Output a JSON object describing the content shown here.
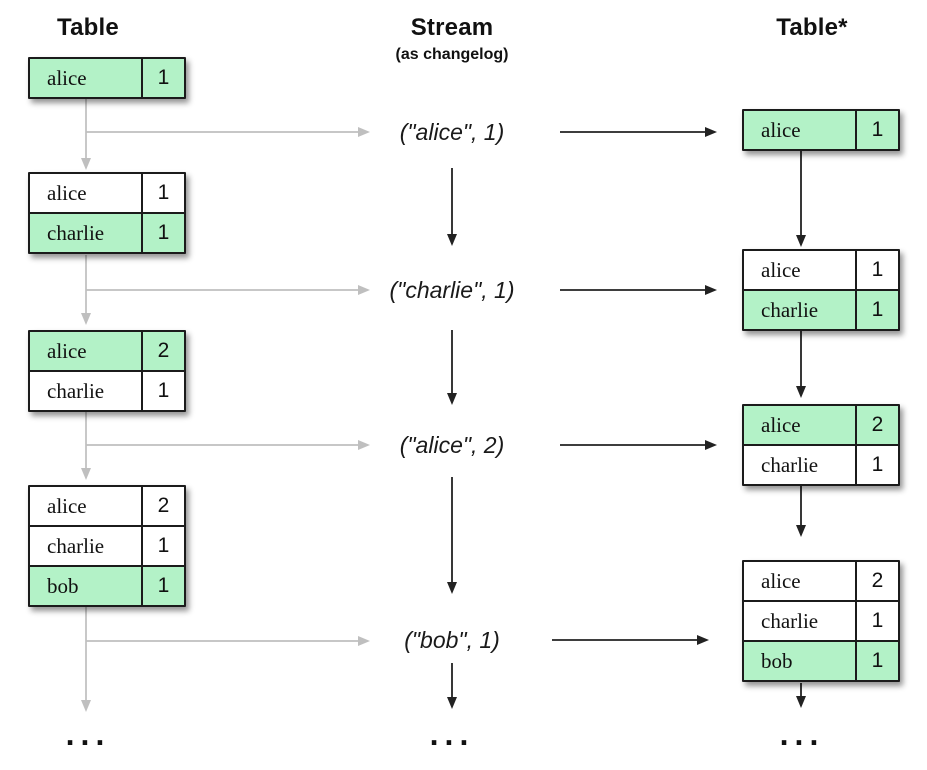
{
  "titles": {
    "left": "Table",
    "middle": "Stream",
    "middle_subtitle": "(as changelog)",
    "right": "Table*"
  },
  "ellipsis": "...",
  "colors": {
    "highlight_green": "#B3F2C7",
    "arrow_gray": "#BFBFBF",
    "arrow_black": "#222222"
  },
  "left_tables": [
    {
      "rows": [
        {
          "key": "alice",
          "value": "1",
          "highlight": true
        }
      ]
    },
    {
      "rows": [
        {
          "key": "alice",
          "value": "1",
          "highlight": false
        },
        {
          "key": "charlie",
          "value": "1",
          "highlight": true
        }
      ]
    },
    {
      "rows": [
        {
          "key": "alice",
          "value": "2",
          "highlight": true
        },
        {
          "key": "charlie",
          "value": "1",
          "highlight": false
        }
      ]
    },
    {
      "rows": [
        {
          "key": "alice",
          "value": "2",
          "highlight": false
        },
        {
          "key": "charlie",
          "value": "1",
          "highlight": false
        },
        {
          "key": "bob",
          "value": "1",
          "highlight": true
        }
      ]
    }
  ],
  "stream_events": [
    "(\"alice\", 1)",
    "(\"charlie\", 1)",
    "(\"alice\", 2)",
    "(\"bob\", 1)"
  ],
  "right_tables": [
    {
      "rows": [
        {
          "key": "alice",
          "value": "1",
          "highlight": true
        }
      ]
    },
    {
      "rows": [
        {
          "key": "alice",
          "value": "1",
          "highlight": false
        },
        {
          "key": "charlie",
          "value": "1",
          "highlight": true
        }
      ]
    },
    {
      "rows": [
        {
          "key": "alice",
          "value": "2",
          "highlight": true
        },
        {
          "key": "charlie",
          "value": "1",
          "highlight": false
        }
      ]
    },
    {
      "rows": [
        {
          "key": "alice",
          "value": "2",
          "highlight": false
        },
        {
          "key": "charlie",
          "value": "1",
          "highlight": false
        },
        {
          "key": "bob",
          "value": "1",
          "highlight": true
        }
      ]
    }
  ]
}
